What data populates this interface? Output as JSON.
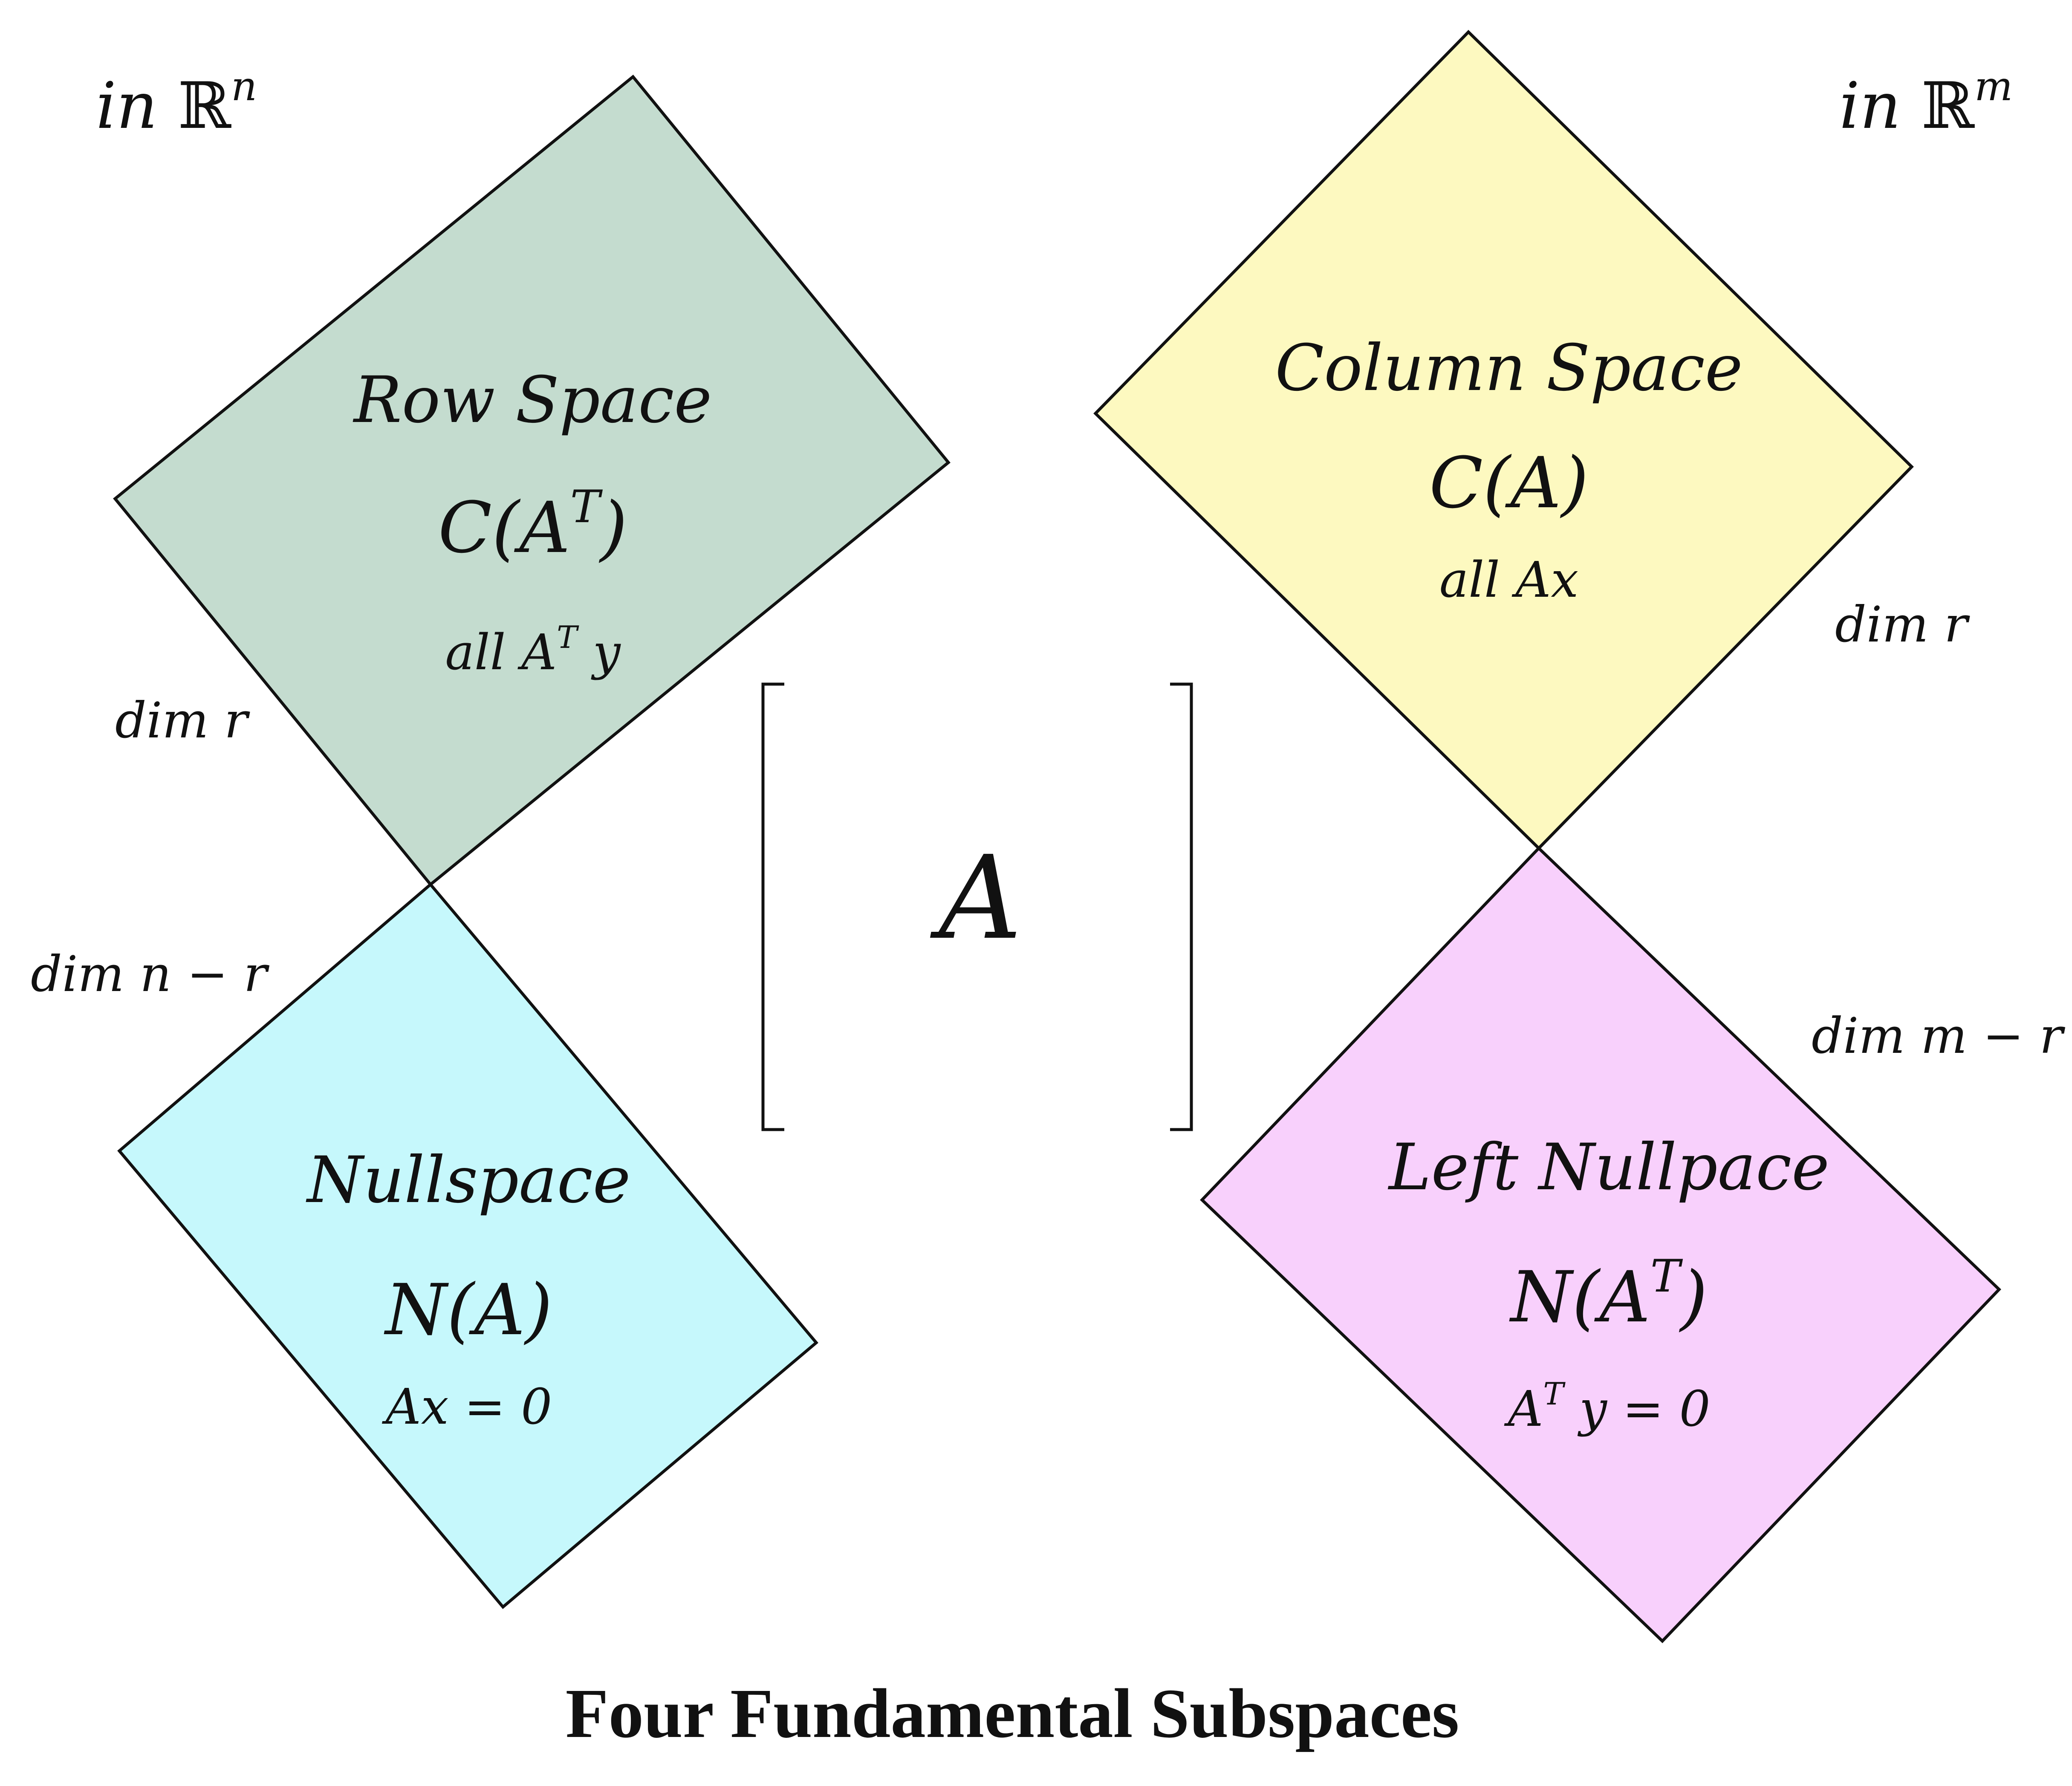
{
  "space_left": {
    "prefix": "in",
    "set": "ℝ",
    "exp": "n"
  },
  "space_right": {
    "prefix": "in",
    "set": "ℝ",
    "exp": "m"
  },
  "matrix_label": "A",
  "title": "Four Fundamental Subspaces",
  "dims": {
    "row": "dim r",
    "null": "dim n − r",
    "col": "dim r",
    "leftnull": "dim m − r"
  },
  "subspaces": {
    "row": {
      "name": "Row Space",
      "sym_main": "C(A",
      "sym_sup": "T",
      "sym_close": ")",
      "desc_main": "all A",
      "desc_sup": "T",
      "desc_tail": " y",
      "color": "#c4dccf"
    },
    "col": {
      "name": "Column Space",
      "sym": "C(A)",
      "desc": "all Ax",
      "color": "#fdf9c0"
    },
    "null": {
      "name": "Nullspace",
      "sym": "N(A)",
      "desc": "Ax = 0",
      "color": "#c6f8fc"
    },
    "leftnull": {
      "name": "Left Nullpace",
      "sym_main": "N(A",
      "sym_sup": "T",
      "sym_close": ")",
      "desc_main": "A",
      "desc_sup": "T",
      "desc_tail": " y = 0",
      "color": "#f8d0fc"
    }
  }
}
